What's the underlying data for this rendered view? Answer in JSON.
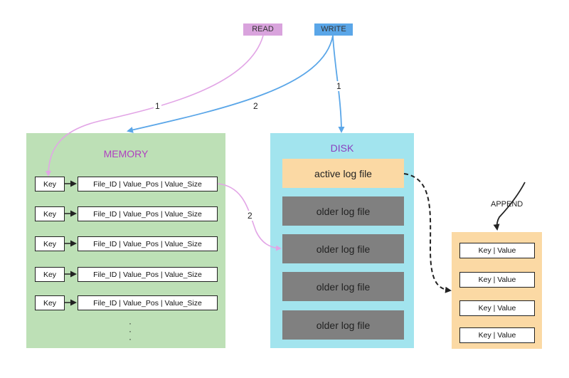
{
  "tags": {
    "read": "READ",
    "write": "WRITE"
  },
  "arrow_labels": {
    "read_step": "1",
    "write_to_memory": "2",
    "write_to_disk": "1",
    "memory_to_disk": "2",
    "append": "APPEND"
  },
  "memory": {
    "title": "MEMORY",
    "rows": [
      {
        "key": "Key",
        "entry": "File_ID  |  Value_Pos  |  Value_Size"
      },
      {
        "key": "Key",
        "entry": "File_ID  |  Value_Pos  |  Value_Size"
      },
      {
        "key": "Key",
        "entry": "File_ID  |  Value_Pos  |  Value_Size"
      },
      {
        "key": "Key",
        "entry": "File_ID  |  Value_Pos  |  Value_Size"
      },
      {
        "key": "Key",
        "entry": "File_ID  |  Value_Pos  |  Value_Size"
      }
    ],
    "more": "·\n·\n·"
  },
  "disk": {
    "title": "DISK",
    "files": [
      "active log file",
      "older log file",
      "older log file",
      "older log file",
      "older log file"
    ]
  },
  "log": {
    "entries": [
      "Key  |  Value",
      "Key  |  Value",
      "Key  |  Value",
      "Key  |  Value"
    ]
  },
  "colors": {
    "read": "#d9a3dd",
    "write": "#5aa6e8",
    "memory": "#bde0b6",
    "disk": "#a2e4ee",
    "active": "#fbd9a4",
    "older": "#808080",
    "log": "#fbd9a4",
    "memory_title": "#b040c0"
  }
}
